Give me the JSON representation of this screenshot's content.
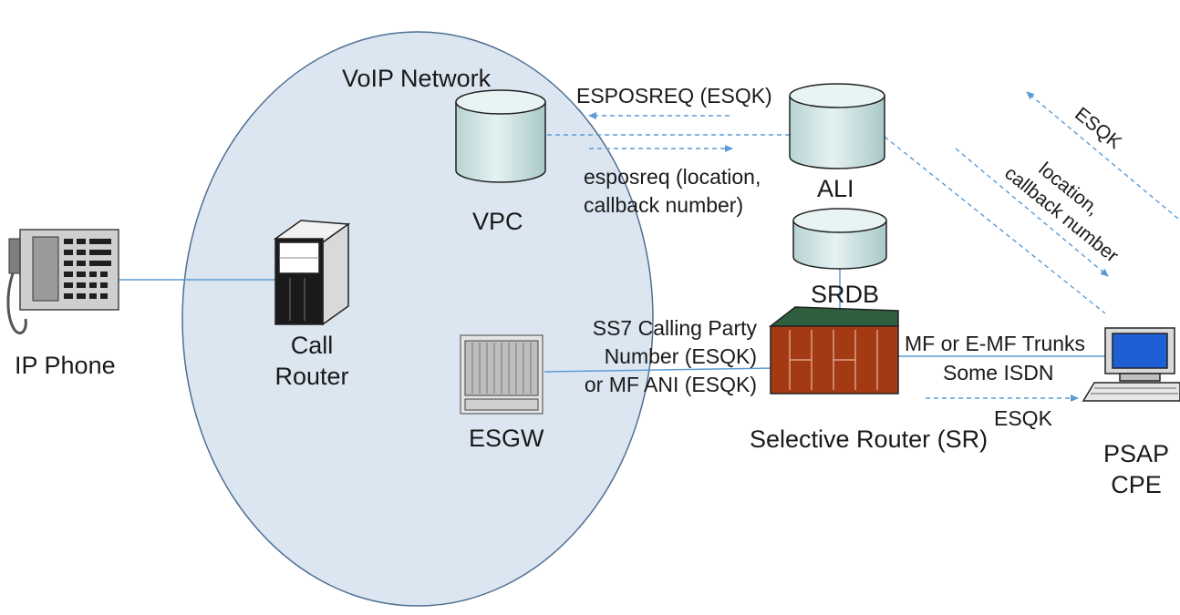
{
  "network": {
    "title": "VoIP Network"
  },
  "nodes": {
    "ip_phone": "IP Phone",
    "call_router": [
      "Call",
      "Router"
    ],
    "vpc": "VPC",
    "esgw": "ESGW",
    "ali": "ALI",
    "srdb": "SRDB",
    "selective_router": "Selective Router (SR)",
    "psap": [
      "PSAP",
      "CPE"
    ]
  },
  "flows": {
    "esposreq_esqk": "ESPOSREQ (ESQK)",
    "esposreq_location": [
      "esposreq (location,",
      "callback number)"
    ],
    "ss7": [
      "SS7 Calling Party",
      "Number (ESQK)",
      "or MF ANI (ESQK)"
    ],
    "trunks": [
      "MF or E-MF Trunks",
      "Some ISDN"
    ],
    "sr_psap_esqk": "ESQK",
    "ali_psap_location": [
      "location,",
      "callback number"
    ],
    "psap_ali_esqk": "ESQK"
  },
  "colors": {
    "network_fill": "#dbe6f1",
    "network_stroke": "#4f6f92",
    "cylinder_fill": "#cfe3e3",
    "link": "#5b9bd5",
    "router_body": "#a33a14",
    "router_top": "#2e5e3e",
    "screen": "#1f5fd6"
  },
  "icons": [
    "ip-phone-icon",
    "call-router-icon",
    "vpc-database-icon",
    "esgw-rack-icon",
    "ali-database-icon",
    "srdb-database-icon",
    "selective-router-icon",
    "psap-computer-icon"
  ]
}
